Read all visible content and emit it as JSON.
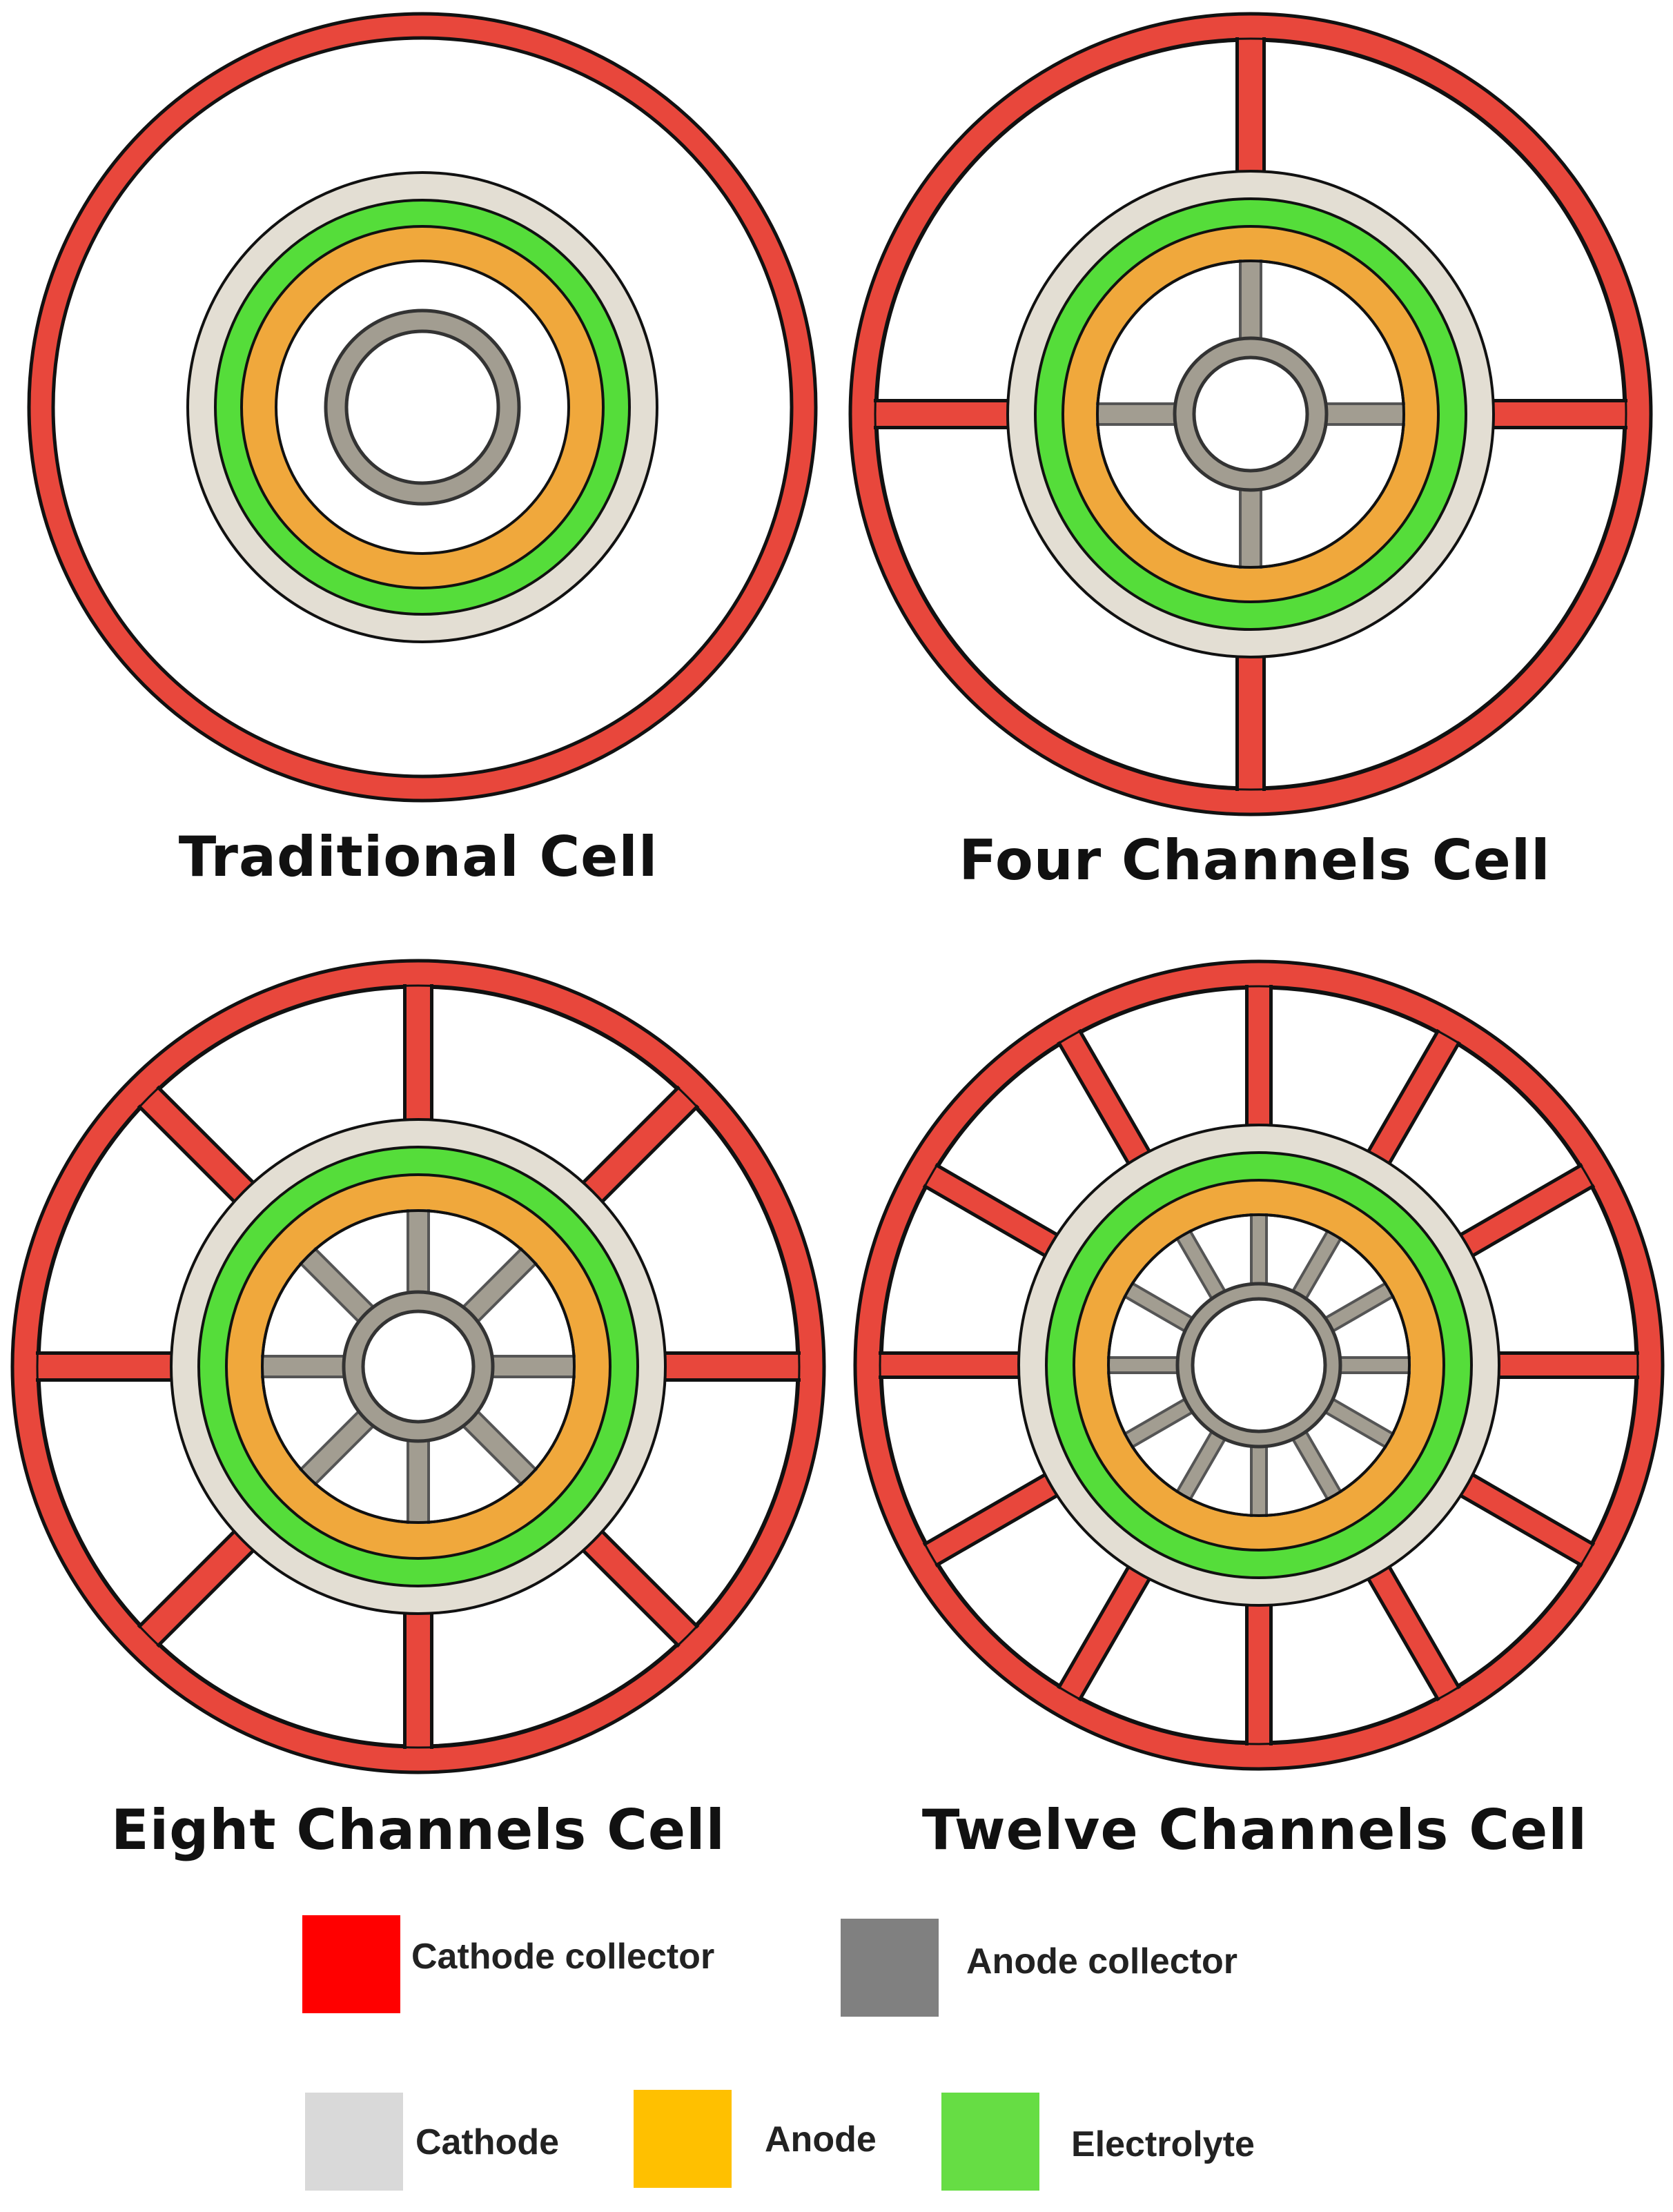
{
  "panels": [
    {
      "caption": "Traditional Cell",
      "channels": 0
    },
    {
      "caption": "Four Channels Cell",
      "channels": 4
    },
    {
      "caption": "Eight Channels Cell",
      "channels": 8
    },
    {
      "caption": "Twelve Channels Cell",
      "channels": 12
    }
  ],
  "legend": [
    {
      "label": "Cathode collector",
      "color": "#ff0000"
    },
    {
      "label": "Anode collector",
      "color": "#808080"
    },
    {
      "label": "Cathode",
      "color": "#d9d9d9"
    },
    {
      "label": "Anode",
      "color": "#ffc000"
    },
    {
      "label": "Electrolyte",
      "color": "#66dd44"
    }
  ],
  "colors": {
    "cathode_collector": "#e8473c",
    "cathode": "#e3ded3",
    "electrolyte": "#55dd3a",
    "anode": "#f0a83c",
    "anode_collector": "#a29d91",
    "outline": "#111111"
  }
}
